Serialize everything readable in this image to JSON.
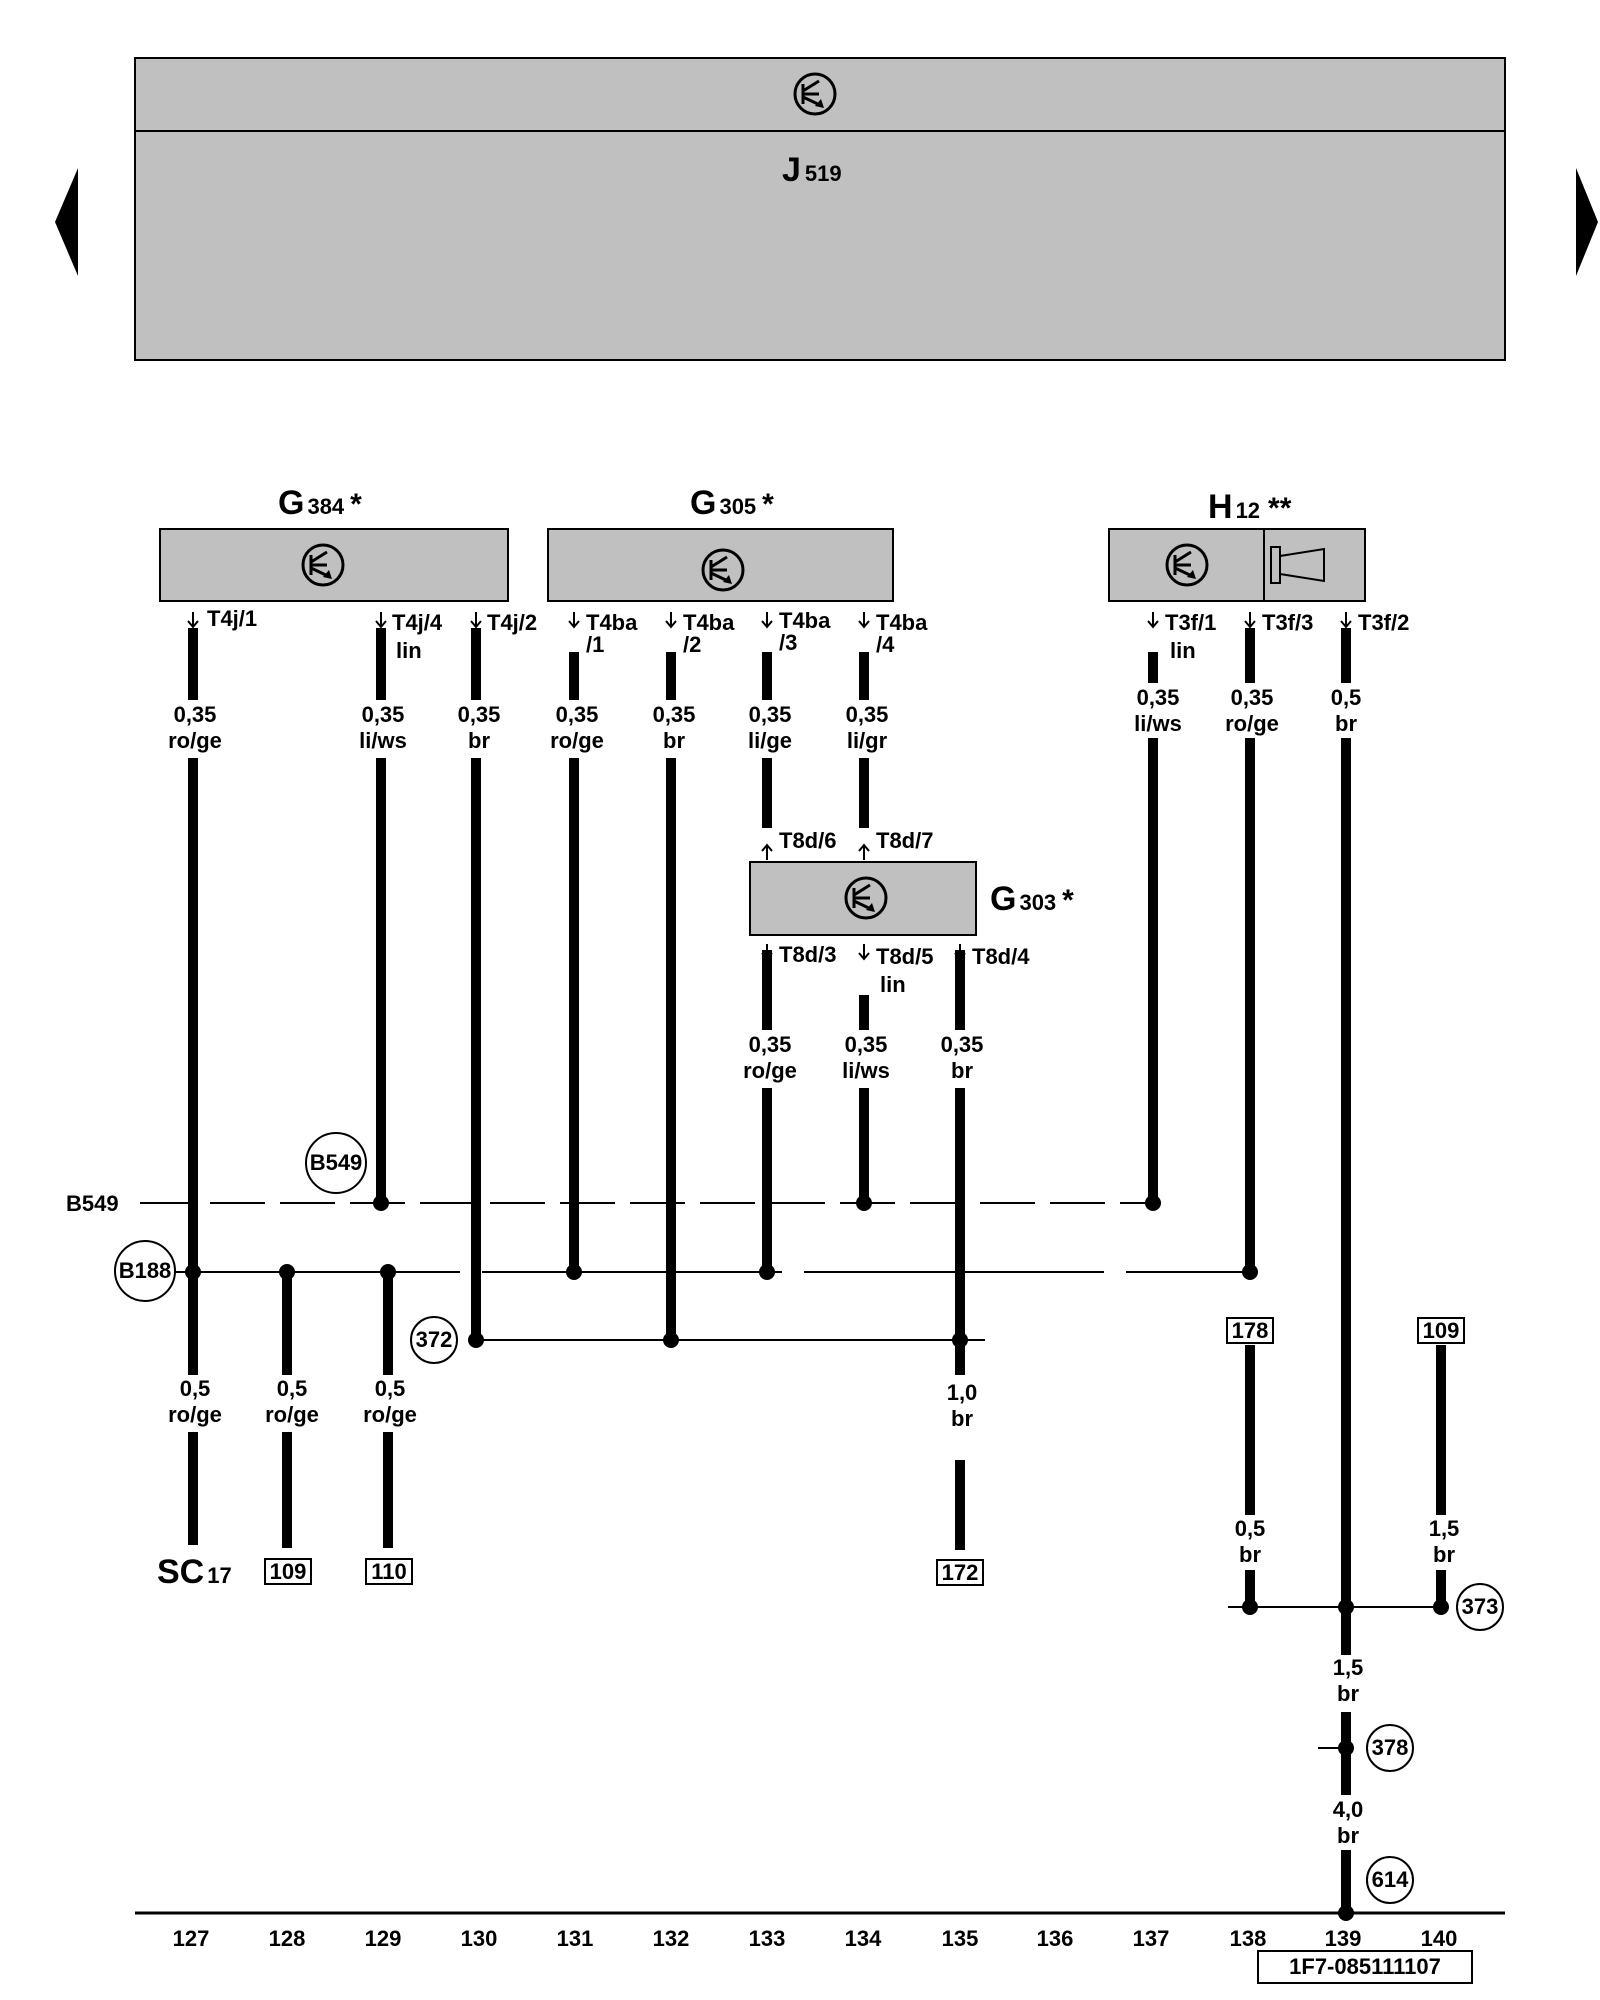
{
  "top_module": {
    "name": "J",
    "sub": "519"
  },
  "components": {
    "g384": {
      "name": "G",
      "sub": "384",
      "mark": "*"
    },
    "g305": {
      "name": "G",
      "sub": "305",
      "mark": "*"
    },
    "h12": {
      "name": "H",
      "sub": "12",
      "mark": "**"
    },
    "g303": {
      "name": "G",
      "sub": "303",
      "mark": "*"
    }
  },
  "pins": {
    "t4j1": "T4j/1",
    "t4j4": "T4j/4",
    "t4j4_note": "lin",
    "t4j2": "T4j/2",
    "t4ba1a": "T4ba",
    "t4ba1b": "/1",
    "t4ba2a": "T4ba",
    "t4ba2b": "/2",
    "t4ba3a": "T4ba",
    "t4ba3b": "/3",
    "t4ba4a": "T4ba",
    "t4ba4b": "/4",
    "t3f1": "T3f/1",
    "t3f1_note": "lin",
    "t3f3": "T3f/3",
    "t3f2": "T3f/2",
    "t8d6": "T8d/6",
    "t8d7": "T8d/7",
    "t8d3": "T8d/3",
    "t8d5": "T8d/5",
    "t8d5_note": "lin",
    "t8d4": "T8d/4"
  },
  "wires": {
    "w127_top": {
      "size": "0,35",
      "color": "ro/ge"
    },
    "w129_top": {
      "size": "0,35",
      "color": "li/ws"
    },
    "w130_top": {
      "size": "0,35",
      "color": "br"
    },
    "w131_top": {
      "size": "0,35",
      "color": "ro/ge"
    },
    "w132_top": {
      "size": "0,35",
      "color": "br"
    },
    "w133_top": {
      "size": "0,35",
      "color": "li/ge"
    },
    "w134_top": {
      "size": "0,35",
      "color": "li/gr"
    },
    "w137_top": {
      "size": "0,35",
      "color": "li/ws"
    },
    "w138_top": {
      "size": "0,35",
      "color": "ro/ge"
    },
    "w139_top": {
      "size": "0,5",
      "color": "br"
    },
    "w133_mid": {
      "size": "0,35",
      "color": "ro/ge"
    },
    "w134_mid": {
      "size": "0,35",
      "color": "li/ws"
    },
    "w135_mid": {
      "size": "0,35",
      "color": "br"
    },
    "w127_bot": {
      "size": "0,5",
      "color": "ro/ge"
    },
    "w128_bot": {
      "size": "0,5",
      "color": "ro/ge"
    },
    "w129_bot": {
      "size": "0,5",
      "color": "ro/ge"
    },
    "w135_bot": {
      "size": "1,0",
      "color": "br"
    },
    "w138_bot": {
      "size": "0,5",
      "color": "br"
    },
    "w140_bot": {
      "size": "1,5",
      "color": "br"
    },
    "w139_a": {
      "size": "1,5",
      "color": "br"
    },
    "w139_b": {
      "size": "4,0",
      "color": "br"
    }
  },
  "connectors": {
    "b549_line": "B549",
    "b549_circle": "B549",
    "b188_circle": "B188",
    "c372": "372",
    "c373": "373",
    "c378": "378",
    "c614": "614"
  },
  "references": {
    "sc_name": "SC",
    "sc_sub": "17",
    "r109_bottom": "109",
    "r110": "110",
    "r172": "172",
    "r178": "178",
    "r109_right": "109"
  },
  "axis": [
    "127",
    "128",
    "129",
    "130",
    "131",
    "132",
    "133",
    "134",
    "135",
    "136",
    "137",
    "138",
    "139",
    "140"
  ],
  "doc_code": "1F7-085111107"
}
